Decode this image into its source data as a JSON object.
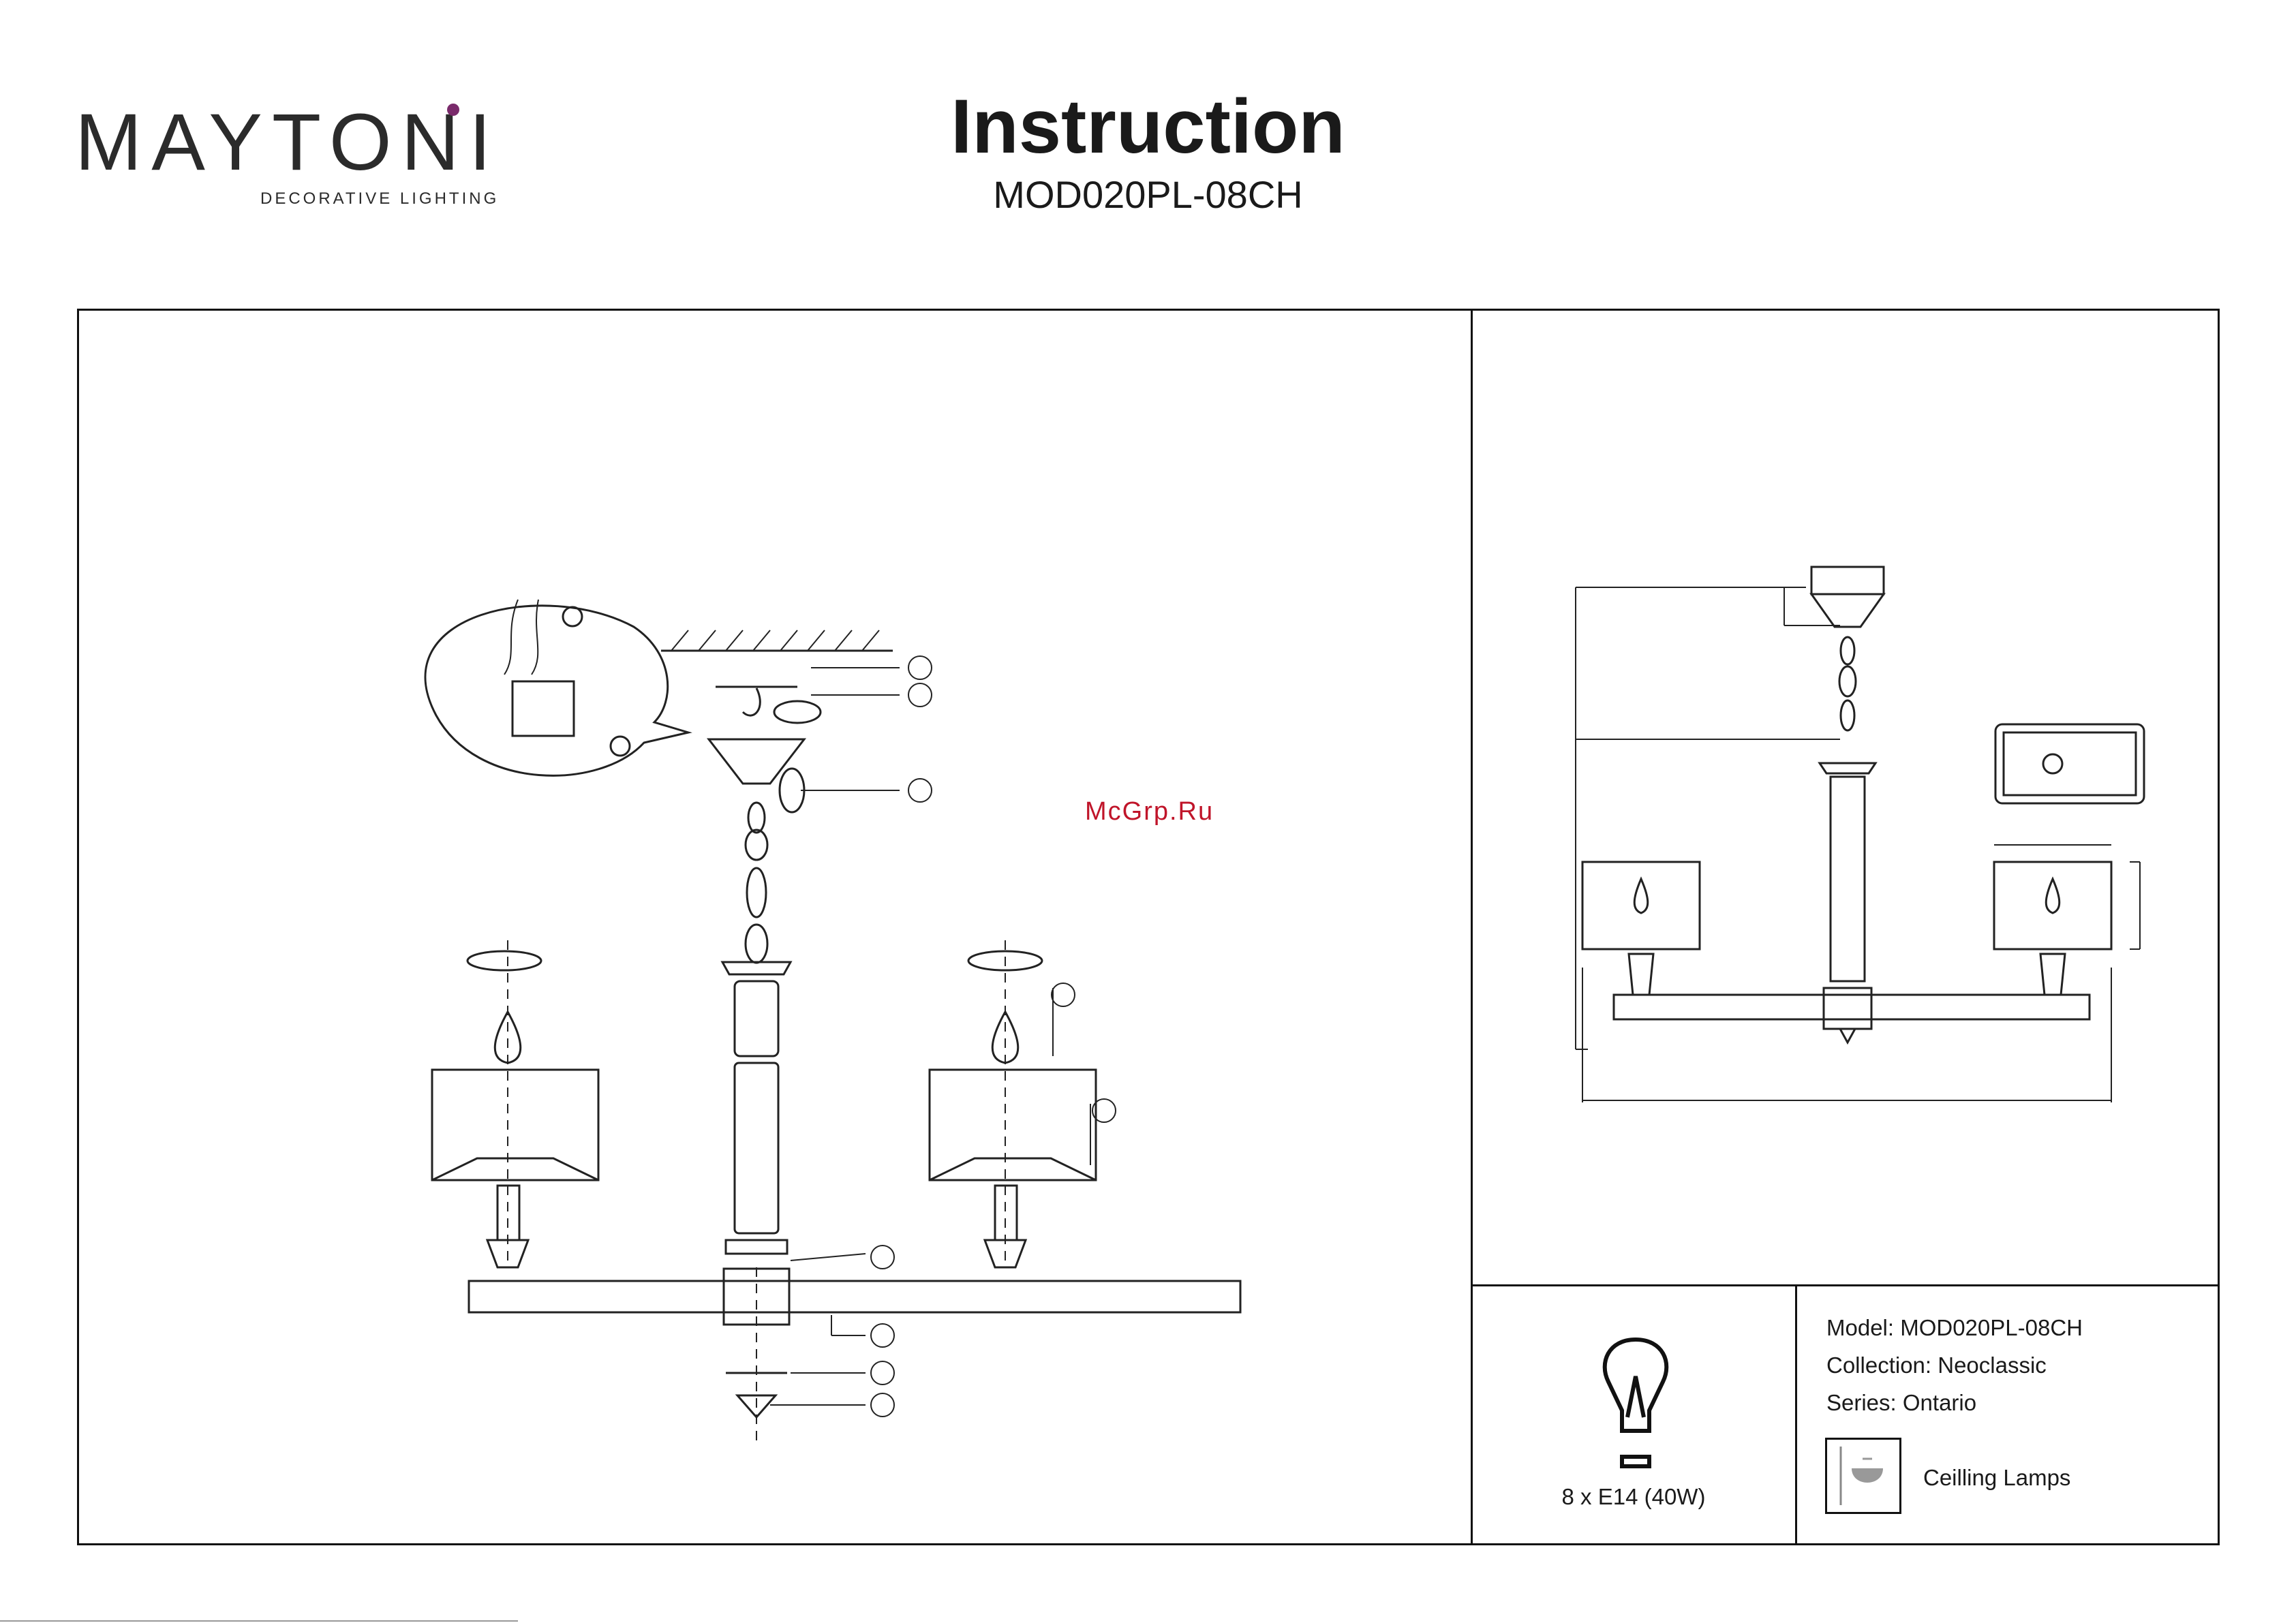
{
  "brand": {
    "name": "MAYTONI",
    "tagline": "DECORATIVE LIGHTING",
    "accent_color": "#7a2a6b"
  },
  "header": {
    "title": "Instruction",
    "model": "MOD020PL-08CH"
  },
  "watermark": "McGrp.Ru",
  "specs": {
    "model": "Model: MOD020PL-08CH",
    "collection": "Collection: Neoclassic",
    "series": "Series: Ontario",
    "bulb": "8 x E14 (40W)",
    "category": "Ceilling Lamps"
  },
  "icons": {
    "bulb": "bulb-icon",
    "ceiling": "ceiling-lamp-icon"
  }
}
